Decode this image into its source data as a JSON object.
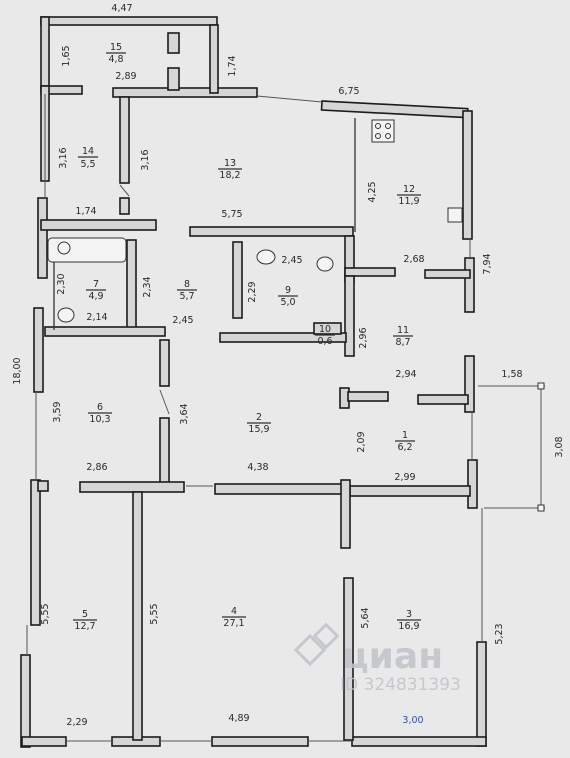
{
  "rooms": [
    {
      "id": "15",
      "area": "4,8"
    },
    {
      "id": "14",
      "area": "5,5"
    },
    {
      "id": "13",
      "area": "18,2"
    },
    {
      "id": "12",
      "area": "11,9"
    },
    {
      "id": "7",
      "area": "4,9"
    },
    {
      "id": "8",
      "area": "5,7"
    },
    {
      "id": "9",
      "area": "5,0"
    },
    {
      "id": "10",
      "area": "0,6"
    },
    {
      "id": "11",
      "area": "8,7"
    },
    {
      "id": "6",
      "area": "10,3"
    },
    {
      "id": "2",
      "area": "15,9"
    },
    {
      "id": "1",
      "area": "6,2"
    },
    {
      "id": "5",
      "area": "12,7"
    },
    {
      "id": "4",
      "area": "27,1"
    },
    {
      "id": "3",
      "area": "16,9"
    }
  ],
  "dimensions": [
    "4,47",
    "1,65",
    "2,89",
    "1,74",
    "6,75",
    "3,16",
    "3,16",
    "1,74",
    "5,75",
    "4,25",
    "2,30",
    "2,34",
    "2,29",
    "2,45",
    "2,68",
    "7,94",
    "2,14",
    "2,45",
    "2,96",
    "18,00",
    "2,94",
    "1,58",
    "3,59",
    "3,64",
    "2,09",
    "3,08",
    "2,86",
    "4,38",
    "2,99",
    "5,55",
    "5,55",
    "5,64",
    "5,23",
    "2,29",
    "4,89",
    "3,00"
  ],
  "watermark": {
    "brand": "циан",
    "id": "ID 324831393"
  }
}
